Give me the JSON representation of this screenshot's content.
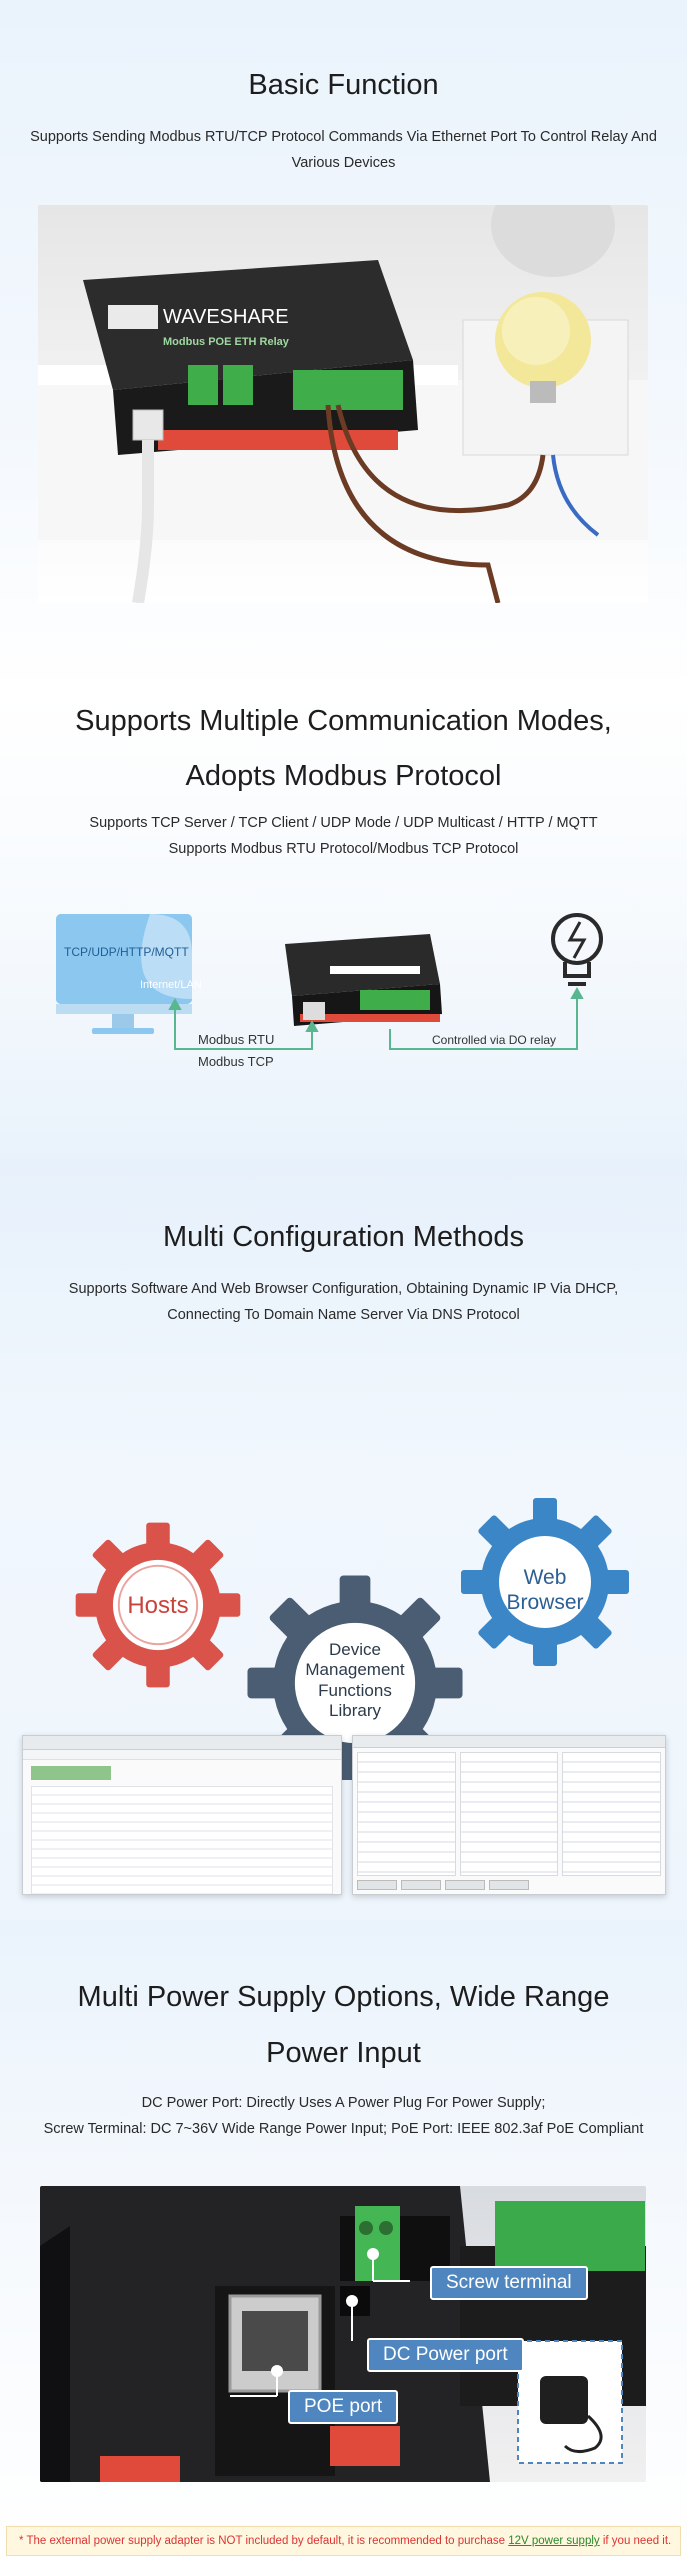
{
  "section1": {
    "title": "Basic Function",
    "subtitle": "Supports Sending Modbus RTU/TCP Protocol Commands Via Ethernet Port To Control Relay And Various Devices",
    "device_brand": "WAVESHARE",
    "device_name": "Modbus POE ETH Relay"
  },
  "section2": {
    "title_line1": "Supports Multiple Communication Modes,",
    "title_line2": "Adopts Modbus Protocol",
    "subtitle_line1": "Supports TCP Server / TCP Client / UDP Mode / UDP Multicast / HTTP / MQTT",
    "subtitle_line2": "Supports Modbus RTU Protocol/Modbus TCP Protocol",
    "monitor_text": "TCP/UDP/HTTP/MQTT",
    "monitor_sub": "Internet/LAN",
    "link_label_1": "Modbus RTU",
    "link_label_2": "Modbus TCP",
    "link_label_3": "Controlled via DO relay"
  },
  "section3": {
    "title": "Multi Configuration Methods",
    "subtitle_line1": "Supports Software And Web Browser Configuration, Obtaining Dynamic IP Via DHCP,",
    "subtitle_line2": "Connecting To Domain Name Server Via DNS Protocol",
    "gear_hosts": "Hosts",
    "gear_device": "Device Management Functions Library",
    "gear_web": "Web Browser",
    "colors": {
      "hosts": "#d9534a",
      "device": "#4a5d72",
      "web": "#3b86c6"
    }
  },
  "section4": {
    "title_line1": "Multi Power Supply Options, Wide Range",
    "title_line2": "Power Input",
    "subtitle_line1": "DC Power Port: Directly Uses A Power Plug For Power Supply;",
    "subtitle_line2": "Screw Terminal: DC 7~36V Wide Range Power Input; PoE Port: IEEE 802.3af PoE Compliant",
    "callout_screw": "Screw terminal",
    "callout_dc": "DC Power port",
    "callout_poe": "POE port"
  },
  "note": {
    "text_before": "* The external power supply adapter is NOT included by default, it is recommended to purchase ",
    "link": "12V power supply",
    "text_after": " if you need it."
  }
}
